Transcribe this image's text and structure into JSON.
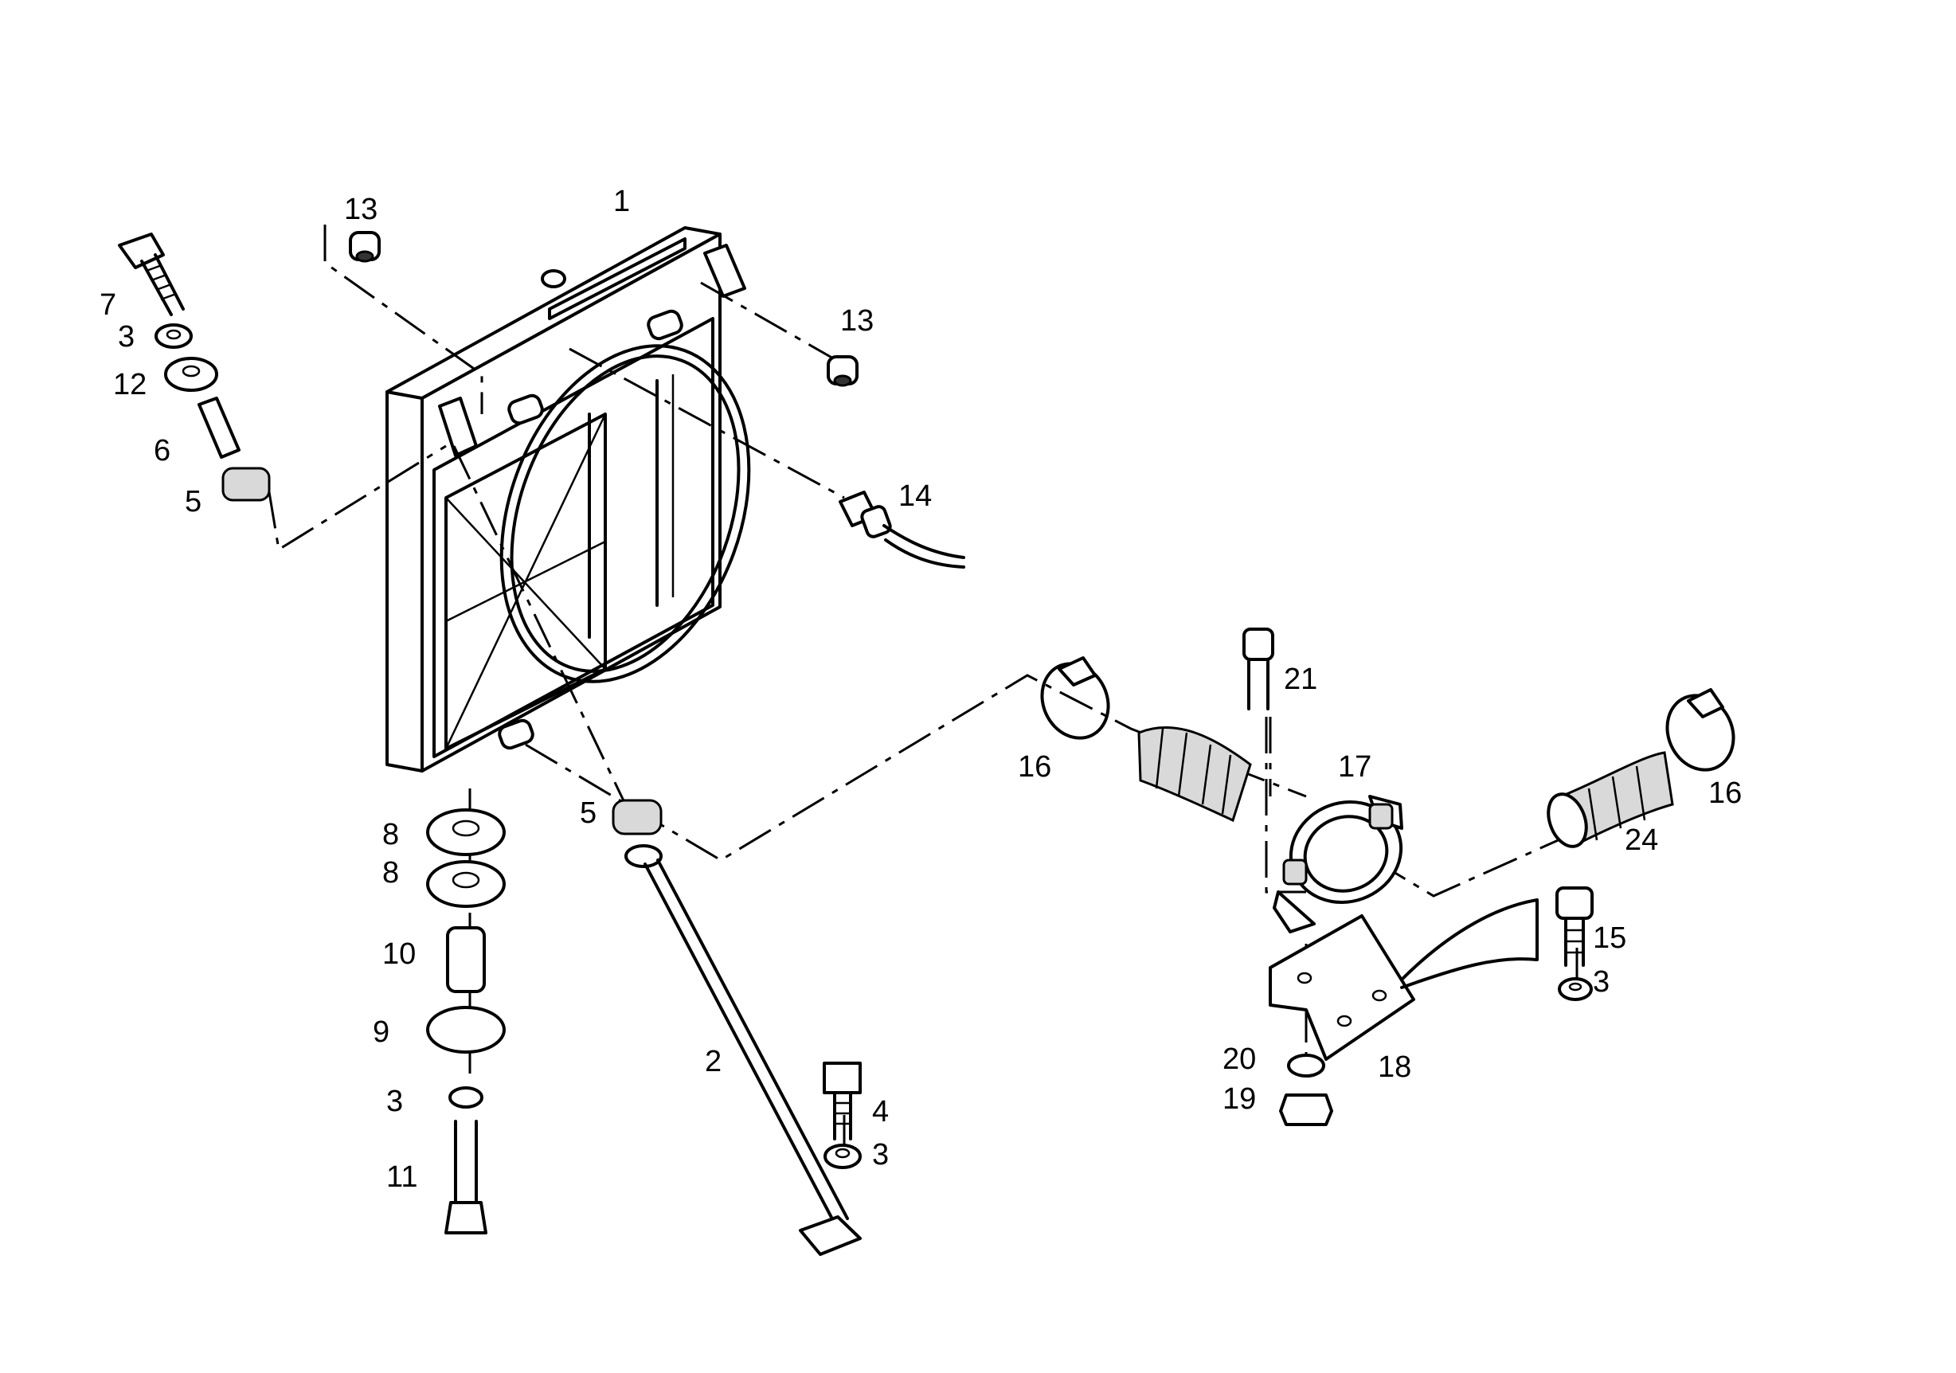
{
  "labels": [
    {
      "id": "p1",
      "text": "1"
    },
    {
      "id": "p13a",
      "text": "13"
    },
    {
      "id": "p13b",
      "text": "13"
    },
    {
      "id": "p7",
      "text": "7"
    },
    {
      "id": "p3a",
      "text": "3"
    },
    {
      "id": "p12",
      "text": "12"
    },
    {
      "id": "p6",
      "text": "6"
    },
    {
      "id": "p5a",
      "text": "5"
    },
    {
      "id": "p14",
      "text": "14"
    },
    {
      "id": "p21",
      "text": "21"
    },
    {
      "id": "p16a",
      "text": "16"
    },
    {
      "id": "p17",
      "text": "17"
    },
    {
      "id": "p16b",
      "text": "16"
    },
    {
      "id": "p24",
      "text": "24"
    },
    {
      "id": "p8a",
      "text": "8"
    },
    {
      "id": "p8b",
      "text": "8"
    },
    {
      "id": "p5b",
      "text": "5"
    },
    {
      "id": "p10",
      "text": "10"
    },
    {
      "id": "p9",
      "text": "9"
    },
    {
      "id": "p3b",
      "text": "3"
    },
    {
      "id": "p11",
      "text": "11"
    },
    {
      "id": "p2",
      "text": "2"
    },
    {
      "id": "p4",
      "text": "4"
    },
    {
      "id": "p3c",
      "text": "3"
    },
    {
      "id": "p15",
      "text": "15"
    },
    {
      "id": "p3d",
      "text": "3"
    },
    {
      "id": "p20",
      "text": "20"
    },
    {
      "id": "p19",
      "text": "19"
    },
    {
      "id": "p18",
      "text": "18"
    }
  ]
}
